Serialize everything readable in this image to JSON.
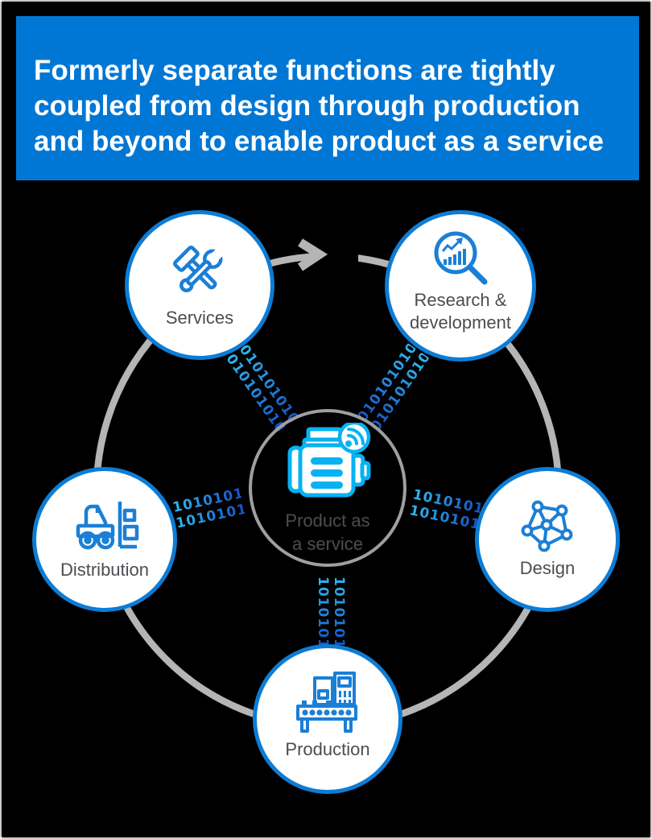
{
  "header": {
    "title_lines": [
      "Formerly separate functions are tightly",
      "coupled from design through production",
      "and beyond to enable product as a service"
    ],
    "background_color": "#0077d5",
    "text_color": "#ffffff"
  },
  "diagram": {
    "background_color": "#000000",
    "ring_color": "#b5b5b5",
    "node_border_color": "#0d7cd5",
    "node_icon_color": "#1b7fd6",
    "center_icon_color": "#07b2f2",
    "label_color": "#4a4d51",
    "binary_colors": {
      "cyan": "#2fb6ef",
      "blue": "#1457c8"
    },
    "arrow_direction": "clockwise",
    "nodes": {
      "services": {
        "label": "Services",
        "icon": "hammer-wrench"
      },
      "research": {
        "label_lines": [
          "Research &",
          "development"
        ],
        "icon": "magnifier-chart"
      },
      "design": {
        "label": "Design",
        "icon": "network-mesh"
      },
      "production": {
        "label": "Production",
        "icon": "factory-machine"
      },
      "distribution": {
        "label": "Distribution",
        "icon": "forklift"
      },
      "center": {
        "label_lines": [
          "Product as",
          "a service"
        ],
        "icon": "engine-wifi"
      }
    },
    "binary_streams": {
      "top_left": [
        "010101010",
        "010101010"
      ],
      "top_right": [
        "010101010",
        "010101010"
      ],
      "left": [
        "1010101",
        "1010101"
      ],
      "right": [
        "1010101",
        "1010101"
      ],
      "bottom": [
        "1010101",
        "1010101"
      ]
    }
  }
}
